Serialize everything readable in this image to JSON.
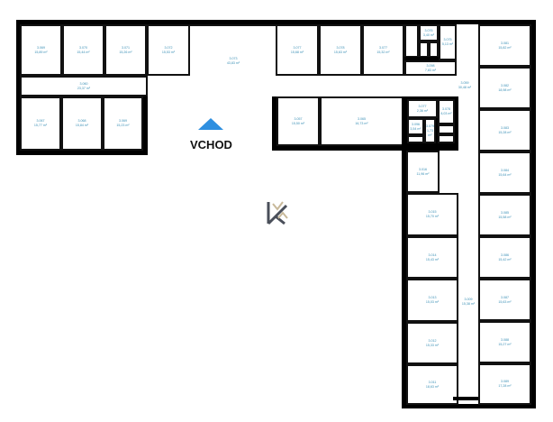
{
  "entrance": {
    "label": "VCHOD",
    "arrow_color": "#2e8fe0"
  },
  "logo": {
    "name": "K-logo"
  },
  "rooms": [
    {
      "id": "r1",
      "num": "3.069",
      "area": "15,89 m²"
    },
    {
      "id": "r2",
      "num": "3.070",
      "area": "15,44 m²"
    },
    {
      "id": "r3",
      "num": "3.071",
      "area": "15,26 m²"
    },
    {
      "id": "r4",
      "num": "3.072",
      "area": "15,53 m²"
    },
    {
      "id": "r5",
      "num": "3.073",
      "area": "43,83 m²"
    },
    {
      "id": "r6",
      "num": "3.060",
      "area": "23,37 m²"
    },
    {
      "id": "r7",
      "num": "3.067",
      "area": "15,77 m²"
    },
    {
      "id": "r8",
      "num": "3.068",
      "area": "15,84 m²"
    },
    {
      "id": "r9",
      "num": "3.069",
      "area": "15,23 m²"
    },
    {
      "id": "r10",
      "num": "3.077",
      "area": "15,68 m²"
    },
    {
      "id": "r11",
      "num": "3.078",
      "area": "15,63 m²"
    },
    {
      "id": "r12",
      "num": "3.077",
      "area": "15,32 m²"
    },
    {
      "id": "r13",
      "num": "3.076",
      "area": "3,40 m²"
    },
    {
      "id": "r14",
      "num": "3.075",
      "area": "5,13 m²"
    },
    {
      "id": "r15",
      "num": "3.098",
      "area": "7,83 m²"
    },
    {
      "id": "r16",
      "num": "3.057",
      "area": "15,50 m²"
    },
    {
      "id": "r17",
      "num": "3.065",
      "area": "16,73 m²"
    },
    {
      "id": "r18",
      "num": "3.077",
      "area": "2,36 m²"
    },
    {
      "id": "r19",
      "num": "3.078",
      "area": "8,03 m²"
    },
    {
      "id": "r20",
      "num": "3.096",
      "area": "3,54 m²"
    },
    {
      "id": "r21",
      "num": "3.079",
      "area": "1,73 m²"
    },
    {
      "id": "r22",
      "num": "3.059",
      "area": "30,48 m²"
    },
    {
      "id": "r23",
      "num": "3.081",
      "area": "15,82 m²"
    },
    {
      "id": "r24",
      "num": "3.082",
      "area": "18,98 m²"
    },
    {
      "id": "r25",
      "num": "3.083",
      "area": "15,28 m²"
    },
    {
      "id": "r26",
      "num": "3.084",
      "area": "15,64 m²"
    },
    {
      "id": "r27",
      "num": "3.016",
      "area": "11,96 m²"
    },
    {
      "id": "r28",
      "num": "3.015",
      "area": "15,70 m²"
    },
    {
      "id": "r29",
      "num": "3.085",
      "area": "15,58 m²"
    },
    {
      "id": "r30",
      "num": "3.014",
      "area": "15,43 m²"
    },
    {
      "id": "r31",
      "num": "3.086",
      "area": "15,42 m²"
    },
    {
      "id": "r32",
      "num": "3.013",
      "area": "15,03 m²"
    },
    {
      "id": "r33",
      "num": "3.087",
      "area": "15,63 m²"
    },
    {
      "id": "r34",
      "num": "3.009",
      "area": "15,38 m²"
    },
    {
      "id": "r35",
      "num": "3.012",
      "area": "15,33 m²"
    },
    {
      "id": "r36",
      "num": "3.088",
      "area": "15,27 m²"
    },
    {
      "id": "r37",
      "num": "3.011",
      "area": "18,63 m²"
    },
    {
      "id": "r38",
      "num": "3.089",
      "area": "17,28 m²"
    }
  ]
}
